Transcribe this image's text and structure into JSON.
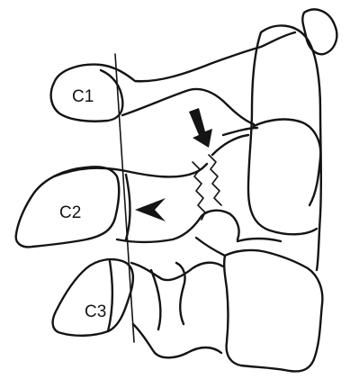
{
  "labels": {
    "c1": "C1",
    "c2": "C2",
    "c3": "C3"
  },
  "colors": {
    "ink": "#141414",
    "background": "#ffffff"
  }
}
